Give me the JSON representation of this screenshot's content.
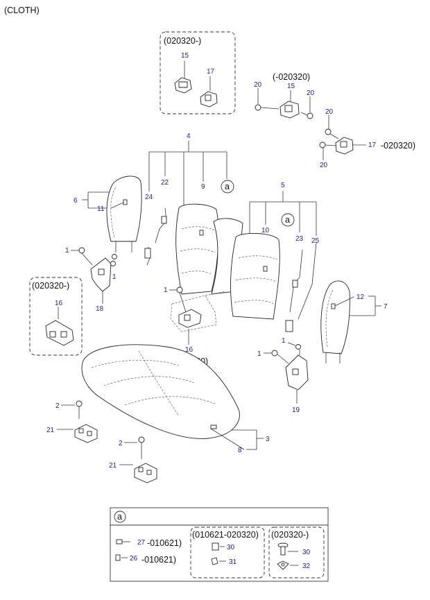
{
  "header": {
    "title": "(CLOTH)"
  },
  "detail_boxes": [
    {
      "label": "(020320-)"
    },
    {
      "label": "(-020320)"
    },
    {
      "label": "(020320-)"
    }
  ],
  "notes": {
    "hinge_right": "-020320)",
    "cushion_lower": "(-020320)"
  },
  "callouts": [
    {
      "text": "15"
    },
    {
      "text": "17"
    },
    {
      "text": "20"
    },
    {
      "text": "15"
    },
    {
      "text": "20"
    },
    {
      "text": "20"
    },
    {
      "text": "20"
    },
    {
      "text": "17"
    },
    {
      "text": "20"
    },
    {
      "text": "4"
    },
    {
      "text": "a"
    },
    {
      "text": "6"
    },
    {
      "text": "11"
    },
    {
      "text": "24"
    },
    {
      "text": "22"
    },
    {
      "text": "9"
    },
    {
      "text": "5"
    },
    {
      "text": "a"
    },
    {
      "text": "10"
    },
    {
      "text": "23"
    },
    {
      "text": "25"
    },
    {
      "text": "1"
    },
    {
      "text": "1"
    },
    {
      "text": "18"
    },
    {
      "text": "16"
    },
    {
      "text": "1"
    },
    {
      "text": "16"
    },
    {
      "text": "12"
    },
    {
      "text": "7"
    },
    {
      "text": "1"
    },
    {
      "text": "1"
    },
    {
      "text": "19"
    },
    {
      "text": "2"
    },
    {
      "text": "21"
    },
    {
      "text": "2"
    },
    {
      "text": "21"
    },
    {
      "text": "3"
    },
    {
      "text": "8"
    }
  ],
  "legend": {
    "marker": "a",
    "groups": [
      {
        "label": "(010621-020320)"
      },
      {
        "label": "(020320-)"
      }
    ],
    "items": [
      {
        "num": "27",
        "note": "-010621)"
      },
      {
        "num": "26",
        "note": "-010621)"
      },
      {
        "num": "30"
      },
      {
        "num": "31"
      },
      {
        "num": "30"
      },
      {
        "num": "32"
      }
    ]
  }
}
